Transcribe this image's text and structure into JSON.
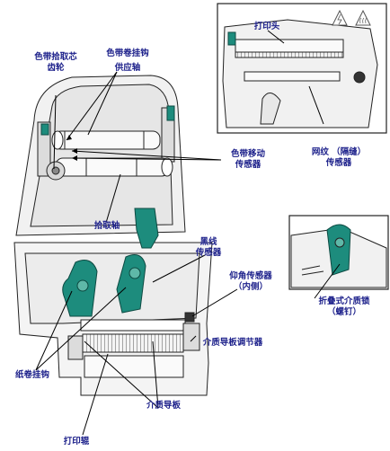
{
  "colors": {
    "label_text": "#1b1f8a",
    "teal_parts": "#1d8c7d",
    "outline": "#222222",
    "body_fill": "#f1f1f1",
    "leader_line": "#000000"
  },
  "labels": {
    "ribbon_take_up_hub_gear": [
      "色带拾取芯",
      "齿轮"
    ],
    "ribbon_supply_spindle": [
      "色带卷挂钩",
      "供应轴"
    ],
    "ribbon_out_sensor": [
      "色带移动",
      "传感器"
    ],
    "take_up_spindle": "拾取轴",
    "black_mark_sensor": [
      "黑线",
      "传感器"
    ],
    "head_up_sensor": [
      "仰角传感器",
      "（内侧）"
    ],
    "roll_holders": "纸卷挂钩",
    "media_guide_adjuster": "介质导板调节器",
    "media_guides": "介质导板",
    "platen_roller": "打印辊",
    "printhead": "打印头",
    "web_gap_sensor": [
      "网纹 （隔缝）",
      "传感器"
    ],
    "media_roll_lock": [
      "折叠式介质锁",
      "（螺钉）"
    ]
  },
  "icons": {
    "warning_left": "electrical-warning-triangle-icon",
    "warning_right": "hot-surface-warning-triangle-icon"
  }
}
